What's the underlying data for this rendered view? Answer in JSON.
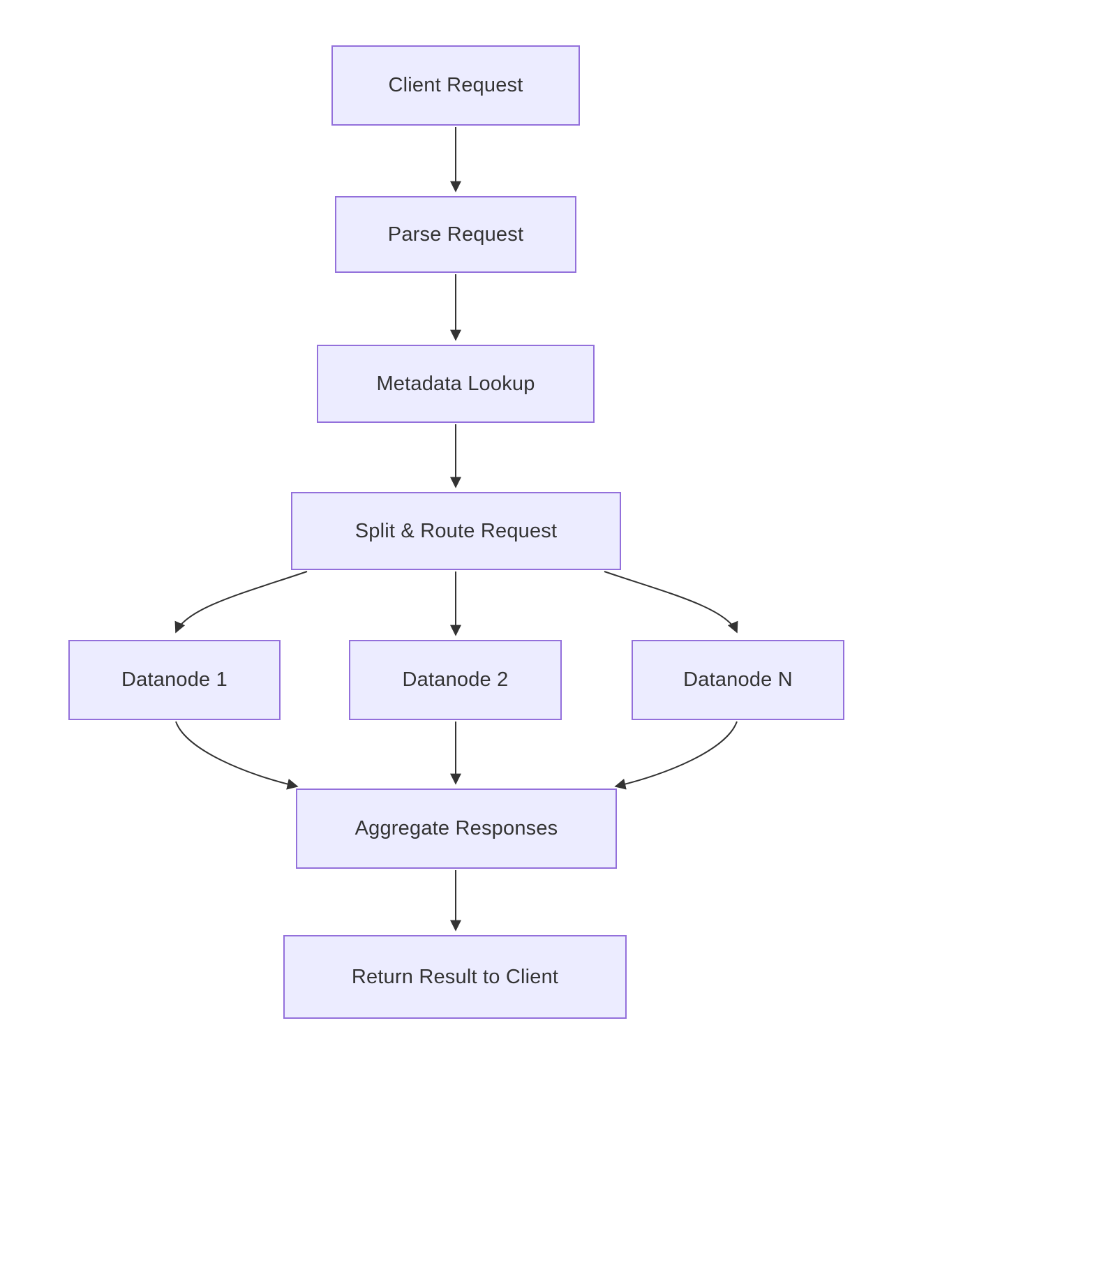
{
  "diagram": {
    "type": "flowchart",
    "direction": "top-down",
    "colors": {
      "node_fill": "#ECECFF",
      "node_border": "#9370DB",
      "text": "#333333",
      "edge": "#333333"
    },
    "nodes": {
      "client": {
        "label": "Client Request"
      },
      "parse": {
        "label": "Parse Request"
      },
      "metadata": {
        "label": "Metadata Lookup"
      },
      "split": {
        "label": "Split & Route Request"
      },
      "d1": {
        "label": "Datanode 1"
      },
      "d2": {
        "label": "Datanode 2"
      },
      "dn": {
        "label": "Datanode N"
      },
      "agg": {
        "label": "Aggregate Responses"
      },
      "ret": {
        "label": "Return Result to Client"
      }
    },
    "edges": [
      {
        "from": "Client Request",
        "to": "Parse Request"
      },
      {
        "from": "Parse Request",
        "to": "Metadata Lookup"
      },
      {
        "from": "Metadata Lookup",
        "to": "Split & Route Request"
      },
      {
        "from": "Split & Route Request",
        "to": "Datanode 1"
      },
      {
        "from": "Split & Route Request",
        "to": "Datanode 2"
      },
      {
        "from": "Split & Route Request",
        "to": "Datanode N"
      },
      {
        "from": "Datanode 1",
        "to": "Aggregate Responses"
      },
      {
        "from": "Datanode 2",
        "to": "Aggregate Responses"
      },
      {
        "from": "Datanode N",
        "to": "Aggregate Responses"
      },
      {
        "from": "Aggregate Responses",
        "to": "Return Result to Client"
      }
    ]
  }
}
